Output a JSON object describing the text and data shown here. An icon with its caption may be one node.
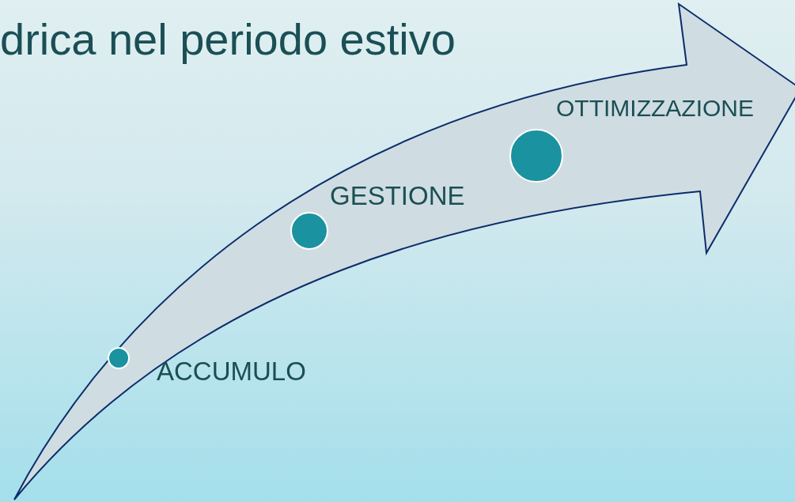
{
  "diagram": {
    "title": "drica nel periodo estivo",
    "nodes": [
      {
        "text": [],
        "shape": "circle",
        "beside": [
          "ACCUMULO"
        ]
      },
      {
        "text": [],
        "shape": "circle",
        "beside": [
          "GESTIONE"
        ]
      },
      {
        "text": [],
        "shape": "circle",
        "beside": [
          "OTTIMIZZAZIONE"
        ]
      }
    ]
  }
}
